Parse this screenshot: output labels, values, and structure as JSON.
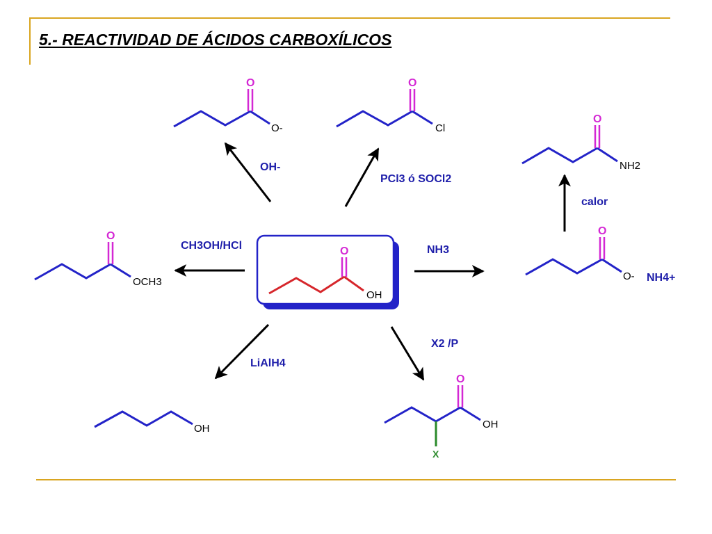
{
  "title": "5.- REACTIVIDAD DE ÁCIDOS CARBOXÍLICOS",
  "colors": {
    "rule": "#d9a520",
    "carbon_chain": "#2323c8",
    "oxygen": "#d428d4",
    "center_chain": "#d6262b",
    "reagent_text": "#1e1eaa",
    "halogen_bond": "#2a8a2a"
  },
  "atoms": {
    "o": "O",
    "o_minus": "O-",
    "oh": "OH",
    "cl": "Cl",
    "nh2": "NH2",
    "och3": "OCH3",
    "x": "X",
    "nh4_plus": "NH4+"
  },
  "reagents": {
    "hydroxide": "OH-",
    "acid_chloride": "PCl3 ó SOCl2",
    "heat": "calor",
    "esterification": "CH3OH/HCl",
    "ammonia": "NH3",
    "reduction": "LiAlH4",
    "halogenation": "X2 /P"
  }
}
